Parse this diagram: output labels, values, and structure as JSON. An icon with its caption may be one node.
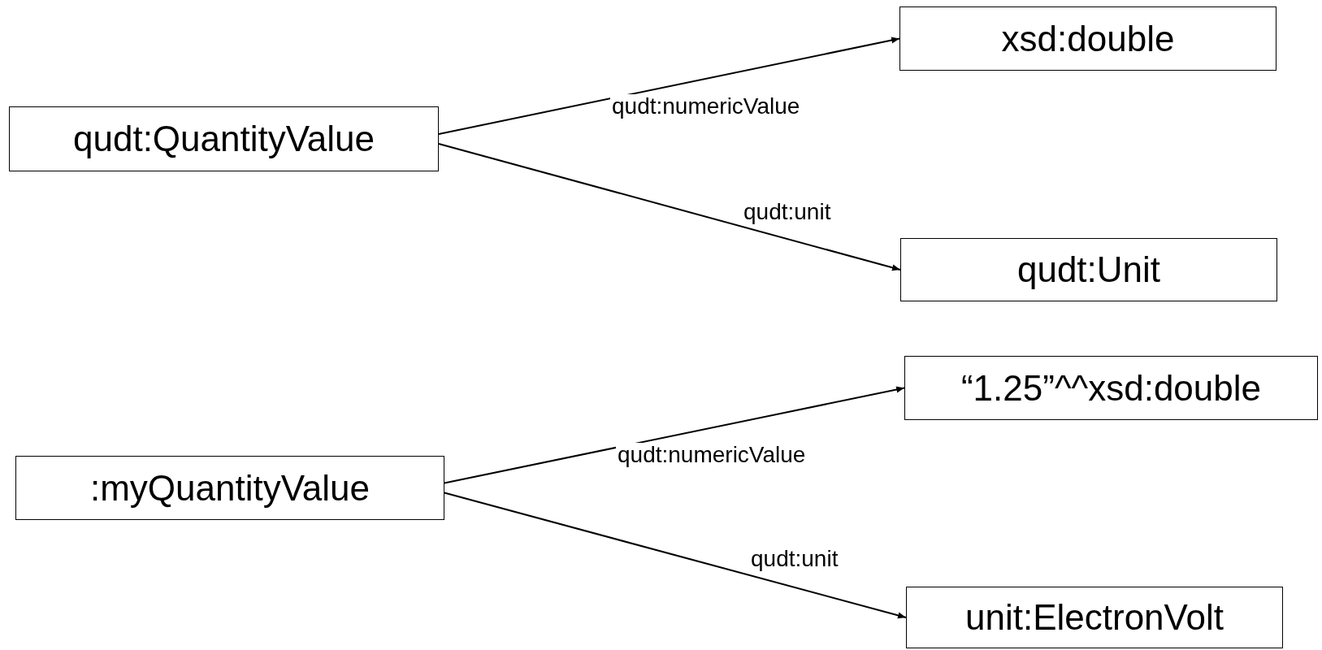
{
  "diagram": {
    "nodes": [
      {
        "text": [
          "qudt:QuantityValue"
        ]
      },
      {
        "text": [
          "xsd:double"
        ]
      },
      {
        "text": [
          "qudt:Unit"
        ]
      },
      {
        "text": [
          ":myQuantityValue"
        ]
      },
      {
        "text": [
          "“1.25”^^xsd:double"
        ]
      },
      {
        "text": [
          "unit:ElectronVolt"
        ]
      }
    ],
    "edges": [
      {
        "from": 0,
        "to": 1,
        "arrow": "to",
        "label": "qudt:numericValue"
      },
      {
        "from": 0,
        "to": 2,
        "arrow": "to",
        "label": "qudt:unit"
      },
      {
        "from": 3,
        "to": 4,
        "arrow": "to",
        "label": "qudt:numericValue"
      },
      {
        "from": 3,
        "to": 5,
        "arrow": "to",
        "label": "qudt:unit"
      }
    ]
  }
}
